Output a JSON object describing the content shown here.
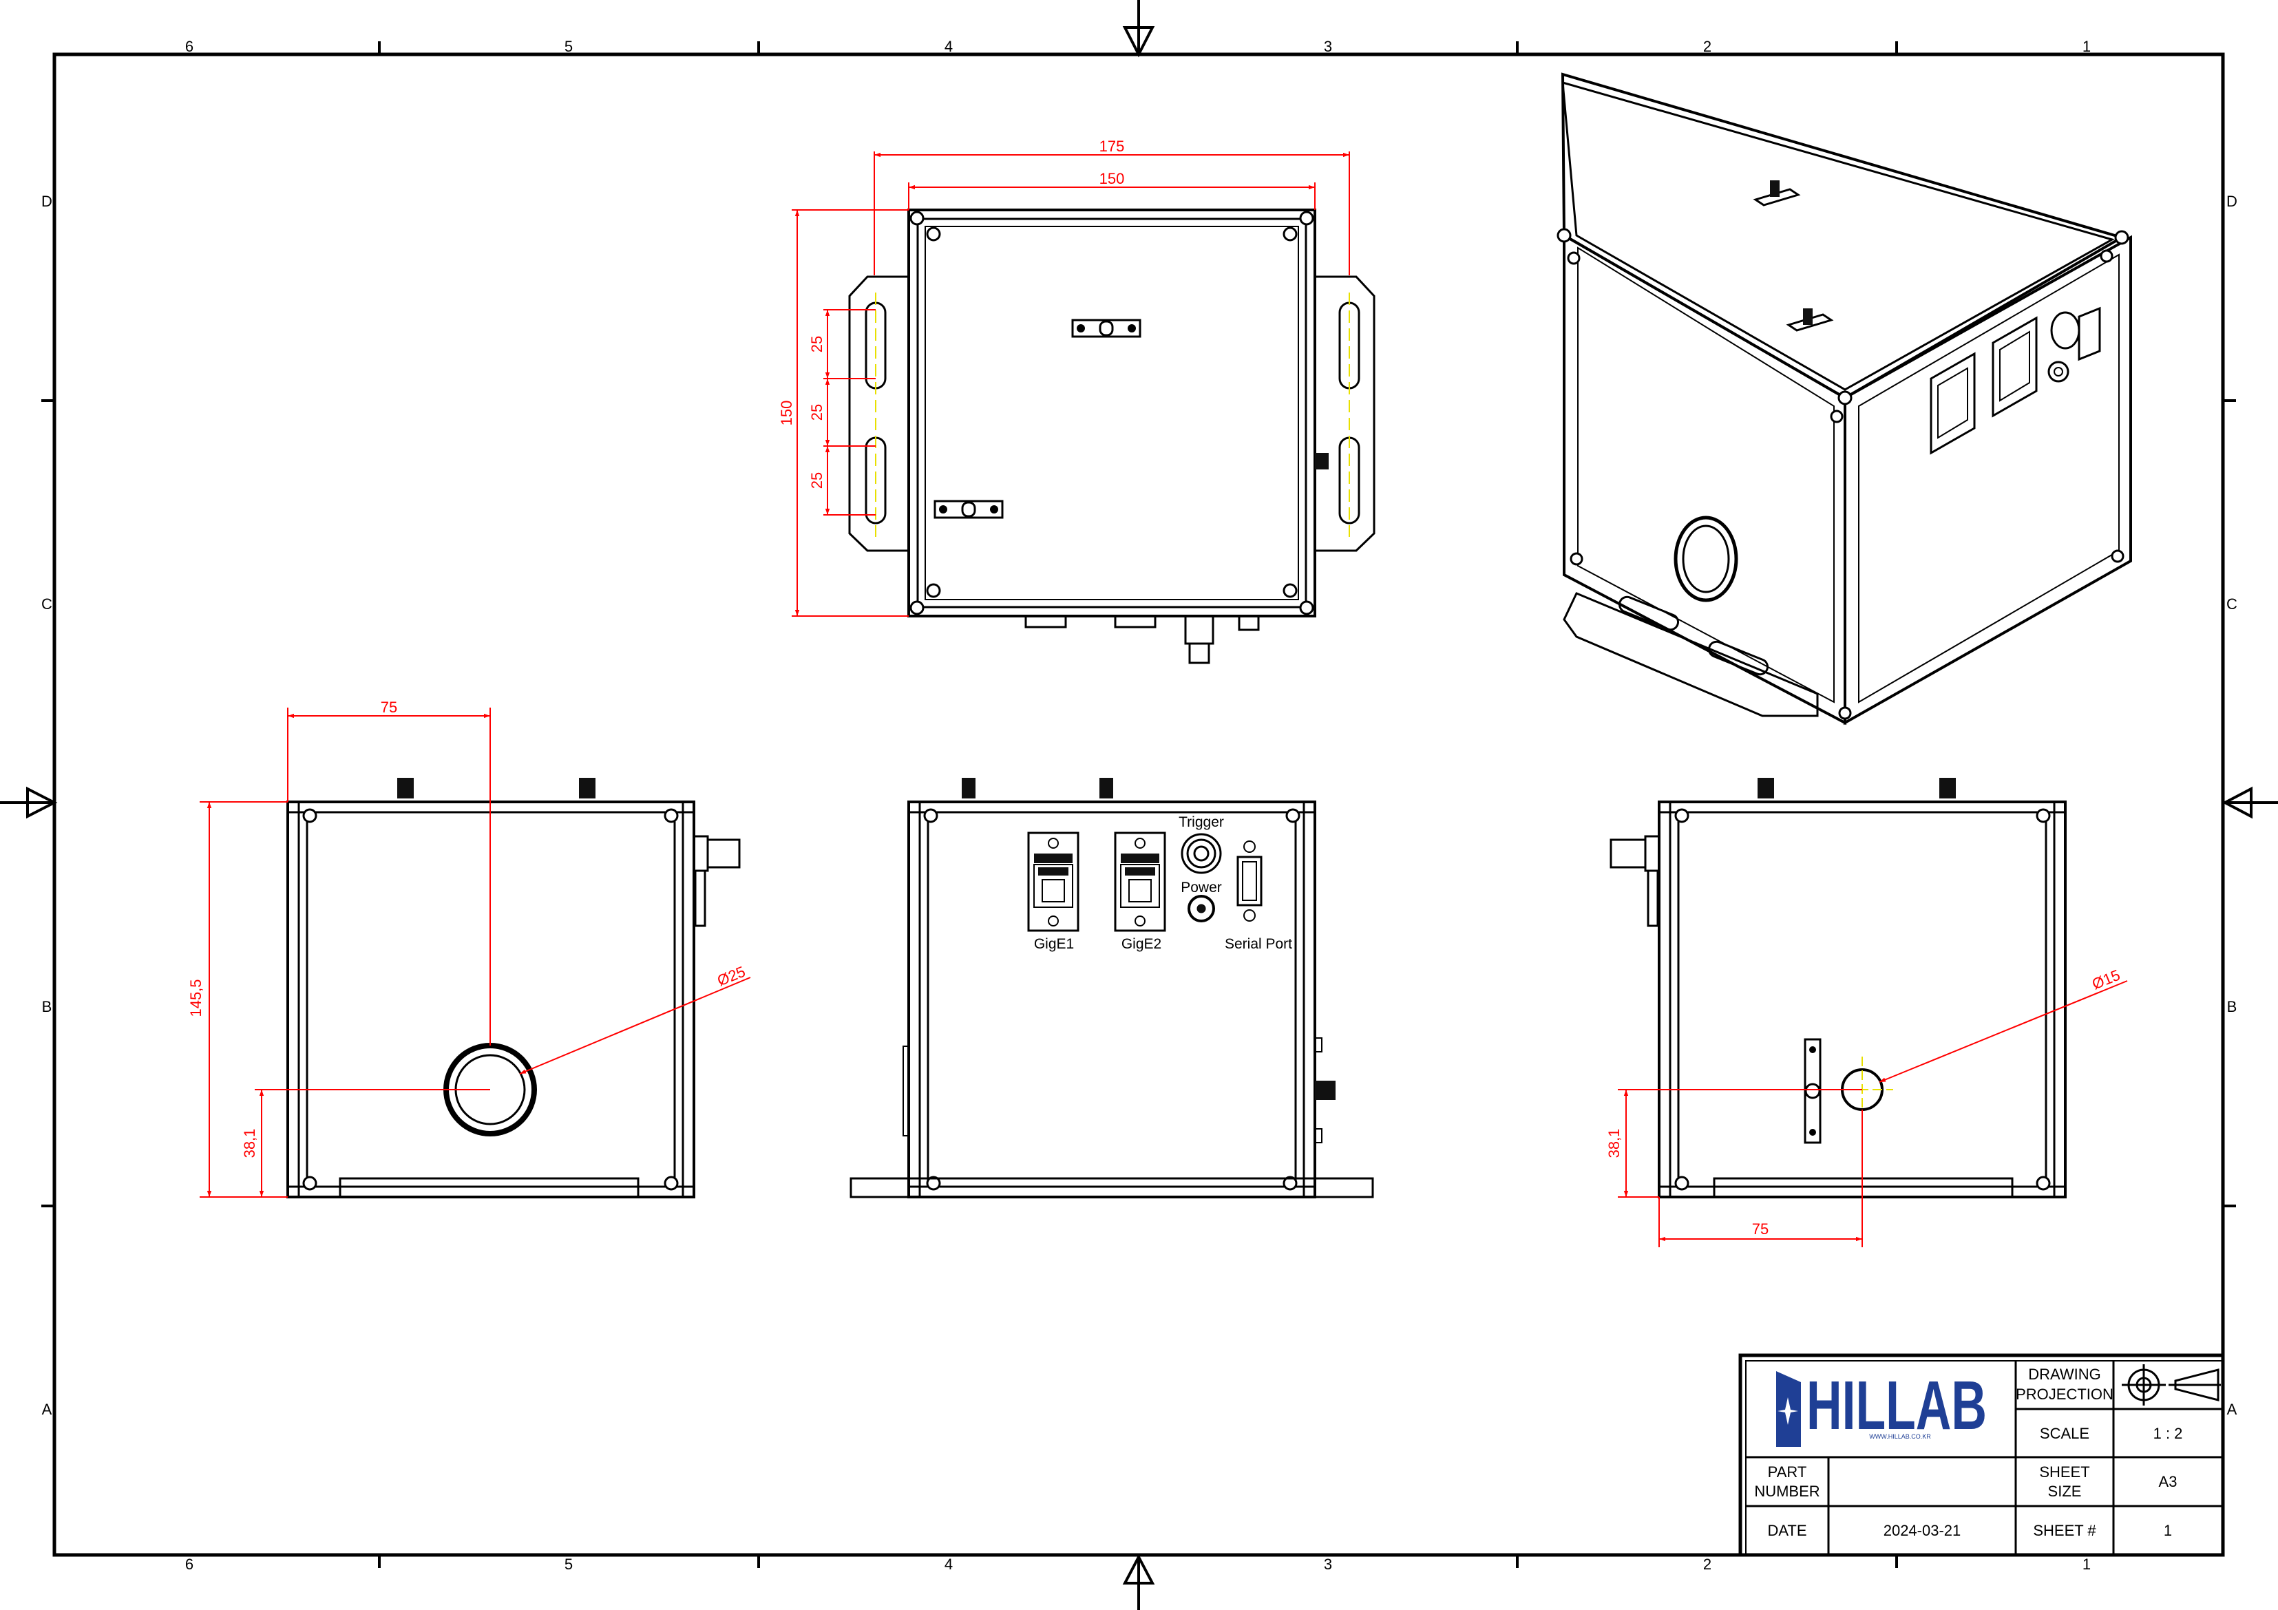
{
  "zones": {
    "columns": [
      "6",
      "5",
      "4",
      "3",
      "2",
      "1"
    ],
    "rows": [
      "D",
      "C",
      "B",
      "A"
    ]
  },
  "top_view": {
    "dim_overall_width": "175",
    "dim_inner_width": "150",
    "dim_height": "150",
    "dim_slot_1": "25",
    "dim_slot_2": "25",
    "dim_slot_3": "25"
  },
  "left_view": {
    "dim_port_offset": "75",
    "dim_height": "145,5",
    "dim_port_height": "38,1",
    "dim_port_diameter": "Ø25"
  },
  "front_view": {
    "labels": {
      "gige1": "GigE1",
      "gige2": "GigE2",
      "trigger": "Trigger",
      "power": "Power",
      "serial": "Serial Port"
    }
  },
  "right_view": {
    "dim_port_diameter": "Ø15",
    "dim_port_height": "38,1",
    "dim_port_offset": "75"
  },
  "title_block": {
    "logo_text": "HILLAB",
    "logo_url": "WWW.HILLAB.CO.KR",
    "projection_label_1": "DRAWING",
    "projection_label_2": "PROJECTION",
    "scale_label": "SCALE",
    "scale_value": "1 : 2",
    "part_number_label_1": "PART",
    "part_number_label_2": "NUMBER",
    "part_number_value": "",
    "sheet_size_label_1": "SHEET",
    "sheet_size_label_2": "SIZE",
    "sheet_size_value": "A3",
    "date_label": "DATE",
    "date_value": "2024-03-21",
    "sheet_no_label": "SHEET #",
    "sheet_no_value": "1"
  },
  "colors": {
    "dimension": "#ff0000",
    "centerline": "#e8e000",
    "brand": "#1f3f95",
    "line": "#000000"
  }
}
